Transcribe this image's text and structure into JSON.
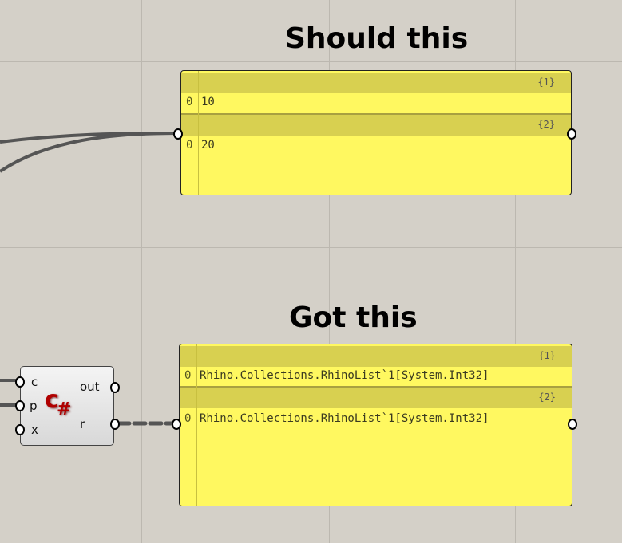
{
  "titles": {
    "top": "Should this",
    "bottom": "Got this"
  },
  "top_panel": {
    "branches": [
      {
        "path": "{1}",
        "items": [
          {
            "index": "0",
            "value": "10"
          }
        ]
      },
      {
        "path": "{2}",
        "items": [
          {
            "index": "0",
            "value": "20"
          }
        ]
      }
    ]
  },
  "bottom_panel": {
    "branches": [
      {
        "path": "{1}",
        "items": [
          {
            "index": "0",
            "value": "Rhino.Collections.RhinoList`1[System.Int32]"
          }
        ]
      },
      {
        "path": "{2}",
        "items": [
          {
            "index": "0",
            "value": "Rhino.Collections.RhinoList`1[System.Int32]"
          }
        ]
      }
    ]
  },
  "component": {
    "inputs": [
      "c",
      "p",
      "x"
    ],
    "outputs": [
      "out",
      "r"
    ],
    "icon": "csharp-icon",
    "icon_text": "C#"
  }
}
